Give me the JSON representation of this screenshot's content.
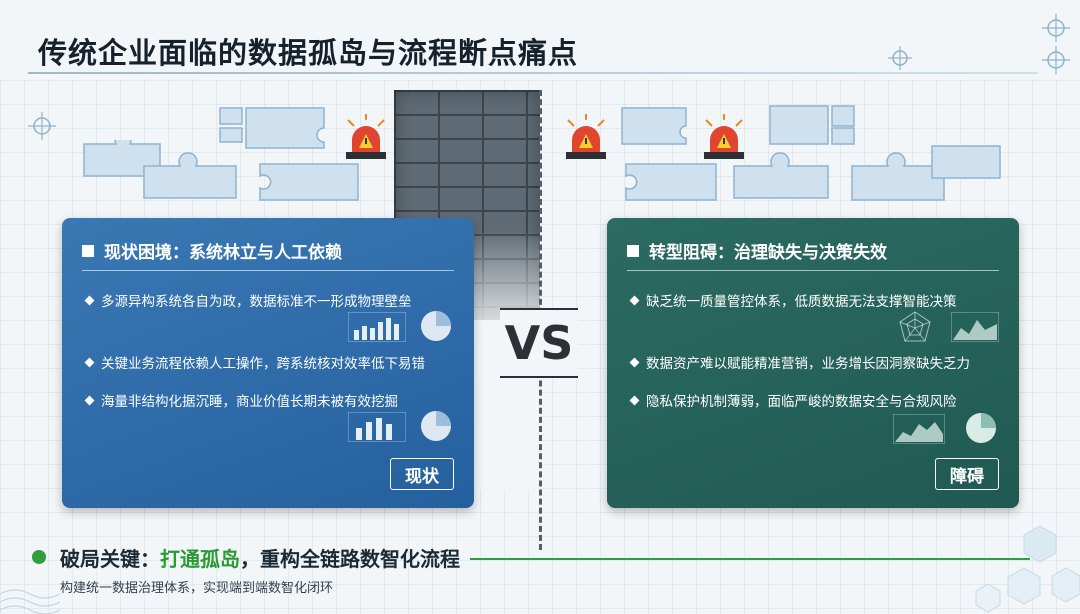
{
  "title": "传统企业面临的数据孤岛与流程断点痛点",
  "left_panel": {
    "heading": "现状困境：系统林立与人工依赖",
    "bullets": [
      "多源异构系统各自为政，数据标准不一形成物理壁垒",
      "关键业务流程依赖人工操作，跨系统核对效率低下易错",
      "海量非结构化据沉睡，商业价值长期未被有效挖掘"
    ],
    "badge": "现状",
    "color": "#2f6eab"
  },
  "right_panel": {
    "heading": "转型阻碍：治理缺失与决策失效",
    "bullets": [
      "缺乏统一质量管控体系，低质数据无法支撑智能决策",
      "数据资产难以赋能精准营销，业务增长因洞察缺失乏力",
      "隐私保护机制薄弱，面临严峻的数据安全与合规风险"
    ],
    "badge": "障碍",
    "color": "#256358"
  },
  "vs_label": "VS",
  "bottom": {
    "title_prefix": "破局关键：",
    "title_highlight": "打通孤岛",
    "title_suffix": "，重构全链路数智化流程",
    "subtitle": "构建统一数据治理体系，实现端到端数智化闭环",
    "accent_color": "#2f9e3c"
  },
  "icons": {
    "alarm": "siren-warning-icon",
    "puzzle": "puzzle-piece-icon",
    "bar": "bar-chart-icon",
    "pie": "pie-chart-icon",
    "radar": "radar-chart-icon",
    "area": "area-chart-icon",
    "crosshair": "crosshair-icon"
  }
}
